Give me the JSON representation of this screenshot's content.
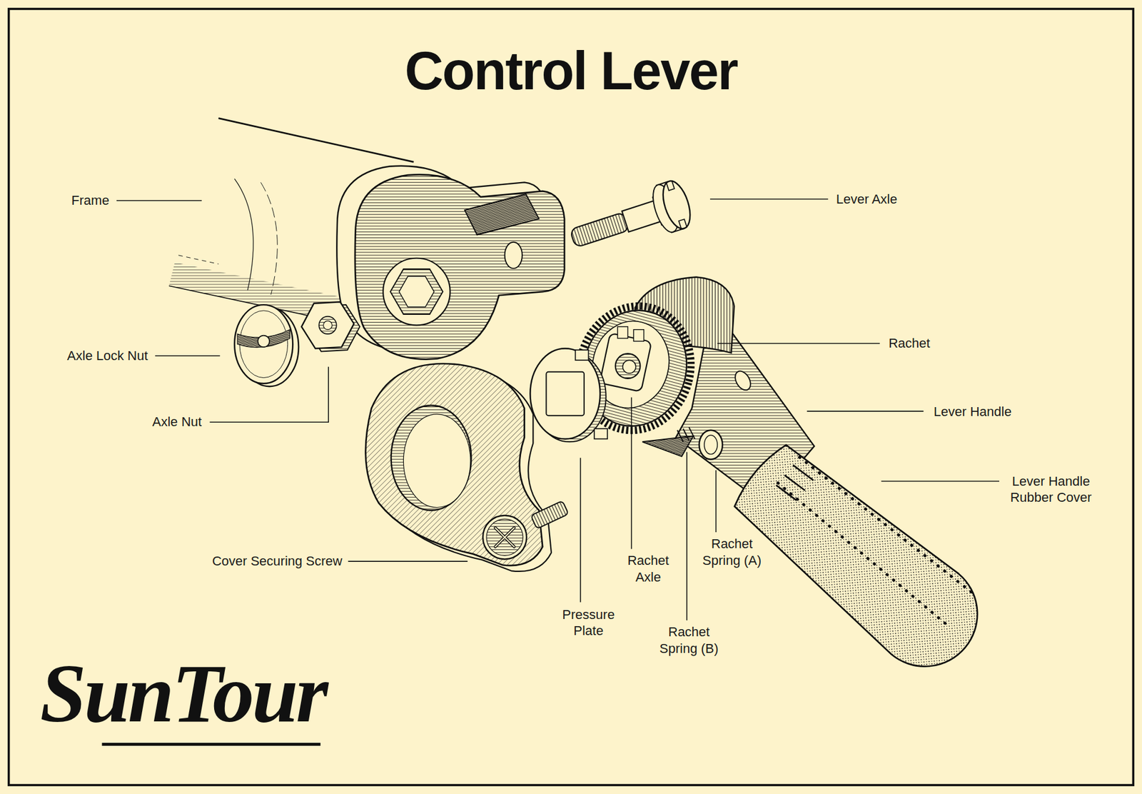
{
  "diagram": {
    "title": "Control Lever",
    "labels": [
      "Frame",
      "Lever Axle",
      "Axle Lock Nut",
      "Rachet",
      "Axle Nut",
      "Lever Handle",
      "Lever Handle Rubber Cover",
      "Cover Securing Screw",
      "Rachet Spring (A)",
      "Rachet Axle",
      "Pressure Plate",
      "Rachet Spring (B)",
      "SunTour"
    ]
  }
}
